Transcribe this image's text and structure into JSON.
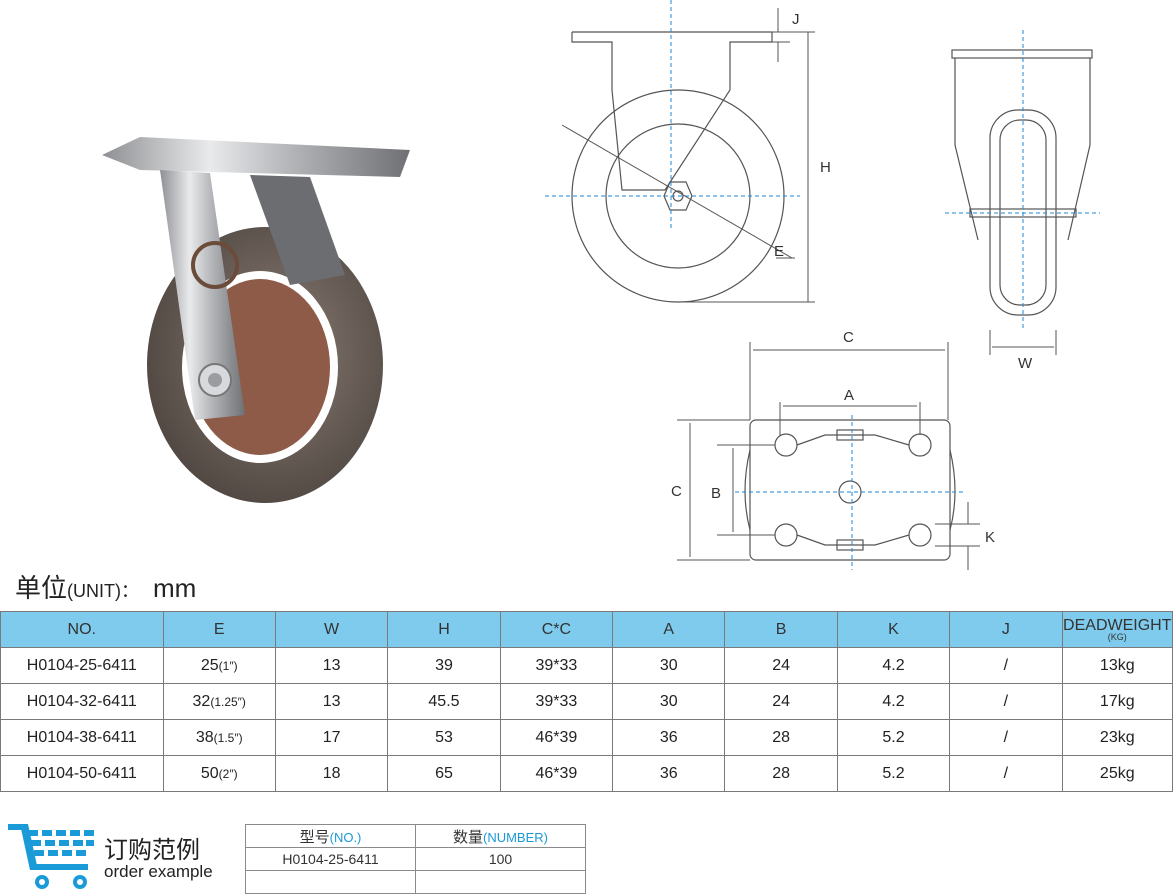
{
  "diagram_labels": {
    "j": "J",
    "h": "H",
    "e": "E",
    "w": "W",
    "c_top": "C",
    "c_left": "C",
    "a": "A",
    "b": "B",
    "k": "K"
  },
  "unit": {
    "label_cn": "单位",
    "label_en": "(UNIT)：",
    "value": "mm"
  },
  "spec_table": {
    "headers": [
      "NO.",
      "E",
      "W",
      "H",
      "C*C",
      "A",
      "B",
      "K",
      "J",
      "DEADWEIGHT"
    ],
    "deadweight_sub": "(KG)",
    "rows": [
      {
        "no": "H0104-25-6411",
        "e": "25",
        "e_inch": "(1″)",
        "w": "13",
        "h": "39",
        "cc": "39*33",
        "a": "30",
        "b": "24",
        "k": "4.2",
        "j": "/",
        "dw": "13kg"
      },
      {
        "no": "H0104-32-6411",
        "e": "32",
        "e_inch": "(1.25″)",
        "w": "13",
        "h": "45.5",
        "cc": "39*33",
        "a": "30",
        "b": "24",
        "k": "4.2",
        "j": "/",
        "dw": "17kg"
      },
      {
        "no": "H0104-38-6411",
        "e": "38",
        "e_inch": "(1.5″)",
        "w": "17",
        "h": "53",
        "cc": "46*39",
        "a": "36",
        "b": "28",
        "k": "5.2",
        "j": "/",
        "dw": "23kg"
      },
      {
        "no": "H0104-50-6411",
        "e": "50",
        "e_inch": "(2″)",
        "w": "18",
        "h": "65",
        "cc": "46*39",
        "a": "36",
        "b": "28",
        "k": "5.2",
        "j": "/",
        "dw": "25kg"
      }
    ]
  },
  "order_example": {
    "title_cn": "订购范例",
    "title_en": "order example",
    "col1_cn": "型号",
    "col1_en": "(NO.)",
    "col2_cn": "数量",
    "col2_en": "(NUMBER)",
    "row": {
      "no": "H0104-25-6411",
      "qty": "100"
    }
  },
  "colors": {
    "header_bg": "#7ecbed",
    "accent_blue": "#1a9ad6",
    "centerline": "#1e88d8"
  },
  "icons": [
    "shopping-cart-icon"
  ]
}
